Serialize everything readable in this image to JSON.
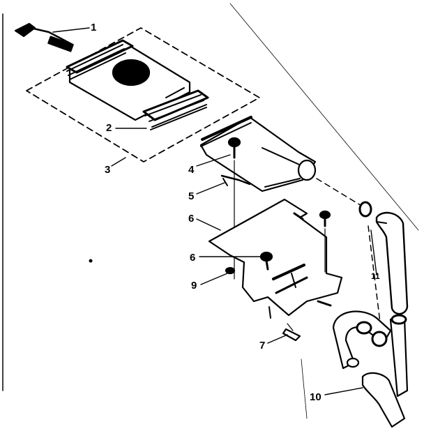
{
  "diagram": {
    "colors": {
      "ink": "#000000",
      "paper": "#ffffff"
    },
    "callouts": {
      "c1": "1",
      "c2": "2",
      "c3": "3",
      "c4": "4",
      "c5": "5",
      "c6a": "6",
      "c6b": "6",
      "c7": "7",
      "c9": "9",
      "c10": "10",
      "c11": "11"
    }
  }
}
